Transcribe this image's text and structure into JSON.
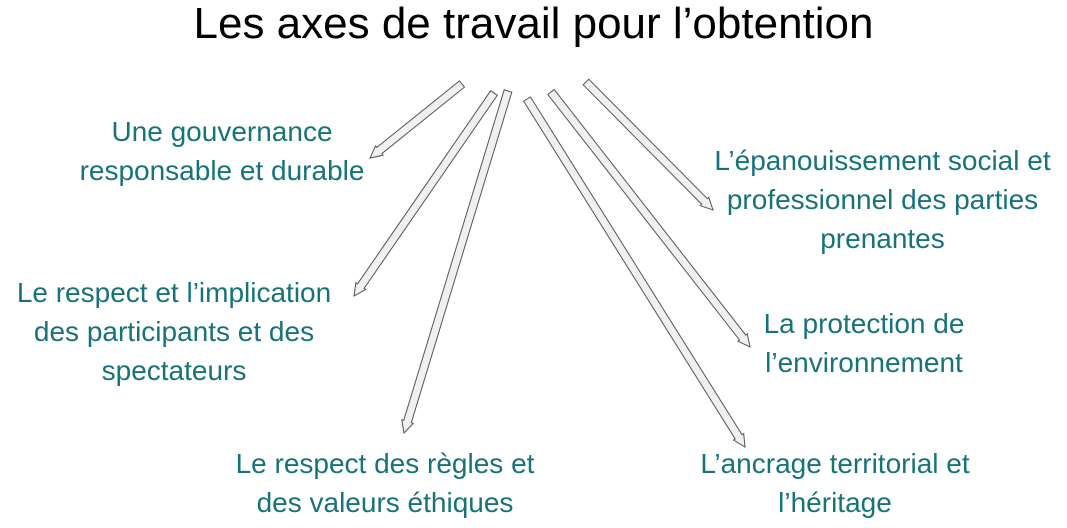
{
  "title": "Les axes de travail pour l’obtention",
  "colors": {
    "text_accent": "#17737a",
    "title": "#000000",
    "arrow_fill": "#f0f0f0",
    "arrow_stroke": "#555555"
  },
  "axes": [
    {
      "lines": [
        "Une gouvernance",
        "responsable et durable"
      ]
    },
    {
      "lines": [
        "Le respect et l’implication",
        "des participants et des",
        "spectateurs"
      ]
    },
    {
      "lines": [
        "Le respect des règles et",
        "des valeurs éthiques"
      ]
    },
    {
      "lines": [
        "L’ancrage territorial et",
        "l’héritage"
      ]
    },
    {
      "lines": [
        "La protection de",
        "l’environnement"
      ]
    },
    {
      "lines": [
        "L’épanouissement social et",
        "professionnel des parties",
        "prenantes"
      ]
    }
  ]
}
